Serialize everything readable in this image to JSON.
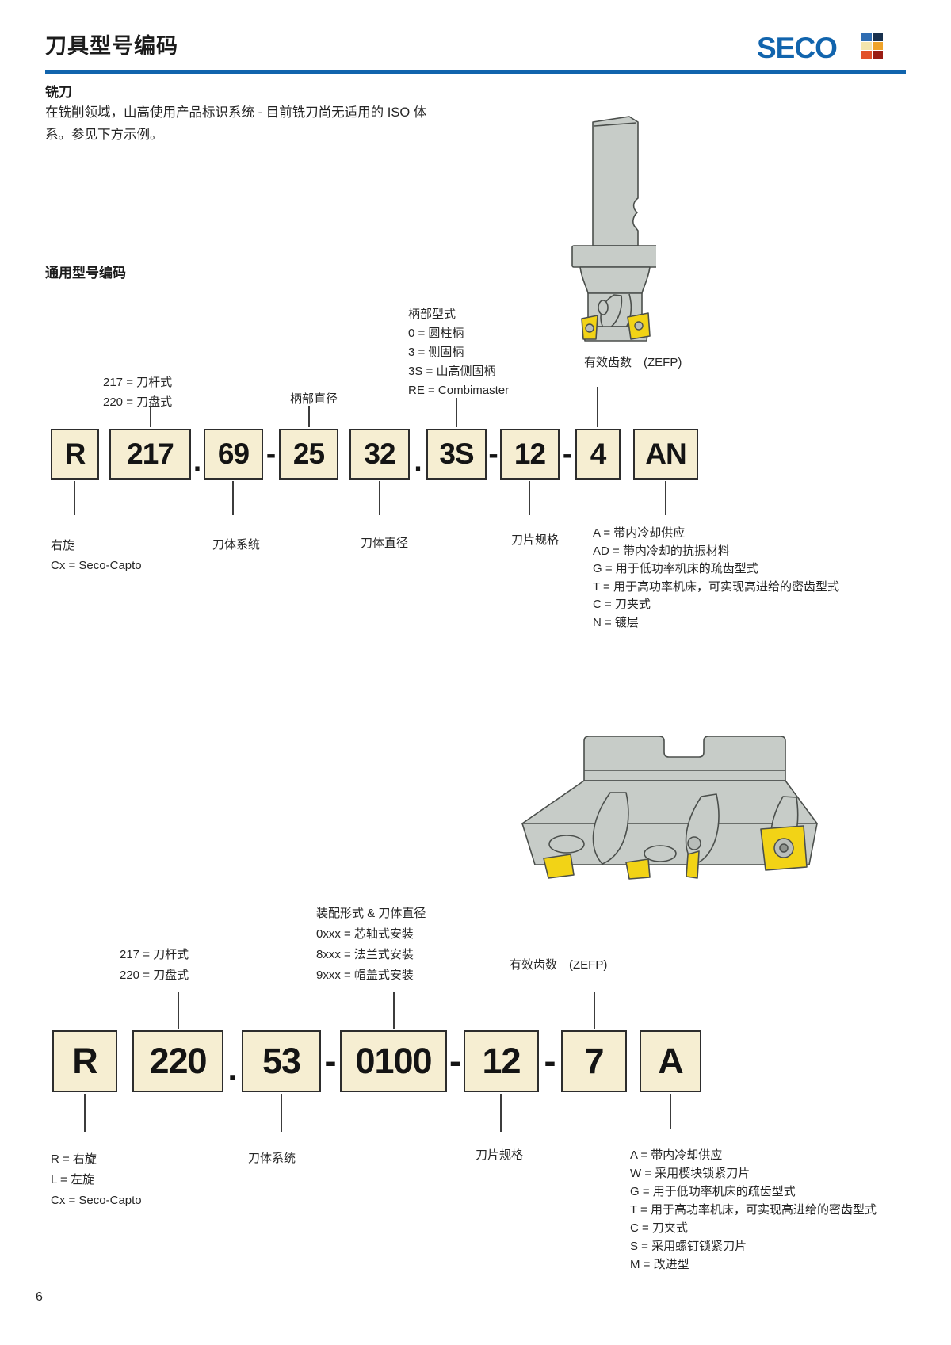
{
  "colors": {
    "accent_blue": "#1164ad",
    "code_box_bg": "#f6eed2",
    "code_box_border": "#2d2d2d",
    "insert_yellow": "#f2d316",
    "tool_gray": "#c7ccc8",
    "logo_squares": [
      "#2f6db2",
      "#19314e",
      "#f4e5ad",
      "#efa32a",
      "#e2512a",
      "#9b1d14"
    ]
  },
  "header": {
    "title": "刀具型号编码",
    "brand": "SECO"
  },
  "intro": {
    "heading": "铣刀",
    "line1": "在铣削领域，山高使用产品标识系统 - 目前铣刀尚无适用的 ISO 体",
    "line2": "系。参见下方示例。"
  },
  "s1": {
    "heading": "通用型号编码",
    "top": {
      "type1": "217 = 刀杆式",
      "type2": "220 = 刀盘式",
      "shank_dia": "柄部直径",
      "shank_title": "柄部型式",
      "shank_items": [
        "0 = 圆柱柄",
        "3 = 侧固柄",
        "3S = 山高侧固柄",
        "RE = Combimaster"
      ],
      "teeth": "有效齿数　(ZEFP)"
    },
    "code": {
      "b1": "R",
      "b2": "217",
      "b3": "69",
      "b4": "25",
      "b5": "32",
      "b6": "3S",
      "b7": "12",
      "b8": "4",
      "b9": "AN",
      "sep_dot": ".",
      "sep_dash": "-"
    },
    "bottom": {
      "rotation": "右旋",
      "capto": "Cx = Seco-Capto",
      "body_system": "刀体系统",
      "body_dia": "刀体直径",
      "insert": "刀片规格"
    },
    "legend": [
      "A = 带内冷却供应",
      "AD = 带内冷却的抗振材料",
      "G = 用于低功率机床的疏齿型式",
      "T = 用于高功率机床，可实现高进给的密齿型式",
      "C = 刀夹式",
      "N = 镀层"
    ]
  },
  "s2": {
    "top": {
      "type1": "217 = 刀杆式",
      "type2": "220 = 刀盘式",
      "mount_title": "装配形式 & 刀体直径",
      "mount_items": [
        "0xxx = 芯轴式安装",
        "8xxx = 法兰式安装",
        "9xxx = 帽盖式安装"
      ],
      "teeth": "有效齿数　(ZEFP)"
    },
    "code": {
      "b1": "R",
      "b2": "220",
      "b3": "53",
      "b4": "0100",
      "b5": "12",
      "b6": "7",
      "b7": "A",
      "sep_dot": ".",
      "sep_dash": "-"
    },
    "bottom": {
      "r": "R = 右旋",
      "l": "L = 左旋",
      "capto": "Cx = Seco-Capto",
      "body_system": "刀体系统",
      "insert": "刀片规格"
    },
    "legend": [
      "A = 带内冷却供应",
      "W = 采用楔块锁紧刀片",
      "G = 用于低功率机床的疏齿型式",
      "T = 用于高功率机床，可实现高进给的密齿型式",
      "C = 刀夹式",
      "S = 采用螺钉锁紧刀片",
      "M = 改进型"
    ]
  },
  "footer": {
    "page_number": "6"
  }
}
